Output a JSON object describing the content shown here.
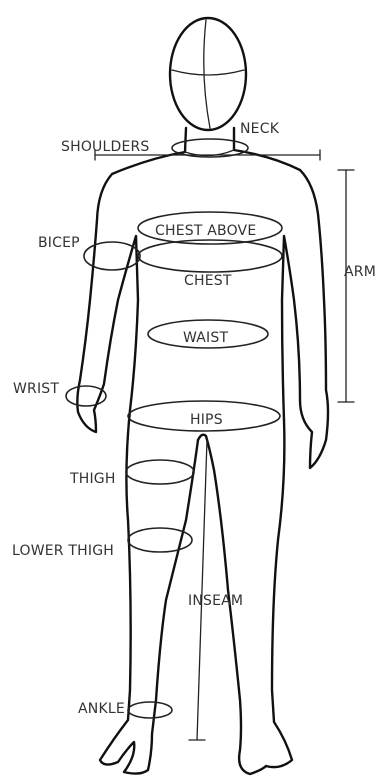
{
  "diagram": {
    "labels": {
      "neck": "NECK",
      "shoulders": "SHOULDERS",
      "chest_above": "CHEST ABOVE",
      "bicep": "BICEP",
      "chest": "CHEST",
      "arm": "ARM",
      "waist": "WAIST",
      "wrist": "WRIST",
      "hips": "HIPS",
      "thigh": "THIGH",
      "lower_thigh": "LOWER THIGH",
      "inseam": "INSEAM",
      "ankle": "ANKLE"
    }
  },
  "colors": {
    "outline": "#111111",
    "label_text": "#333333",
    "background": "#ffffff"
  }
}
